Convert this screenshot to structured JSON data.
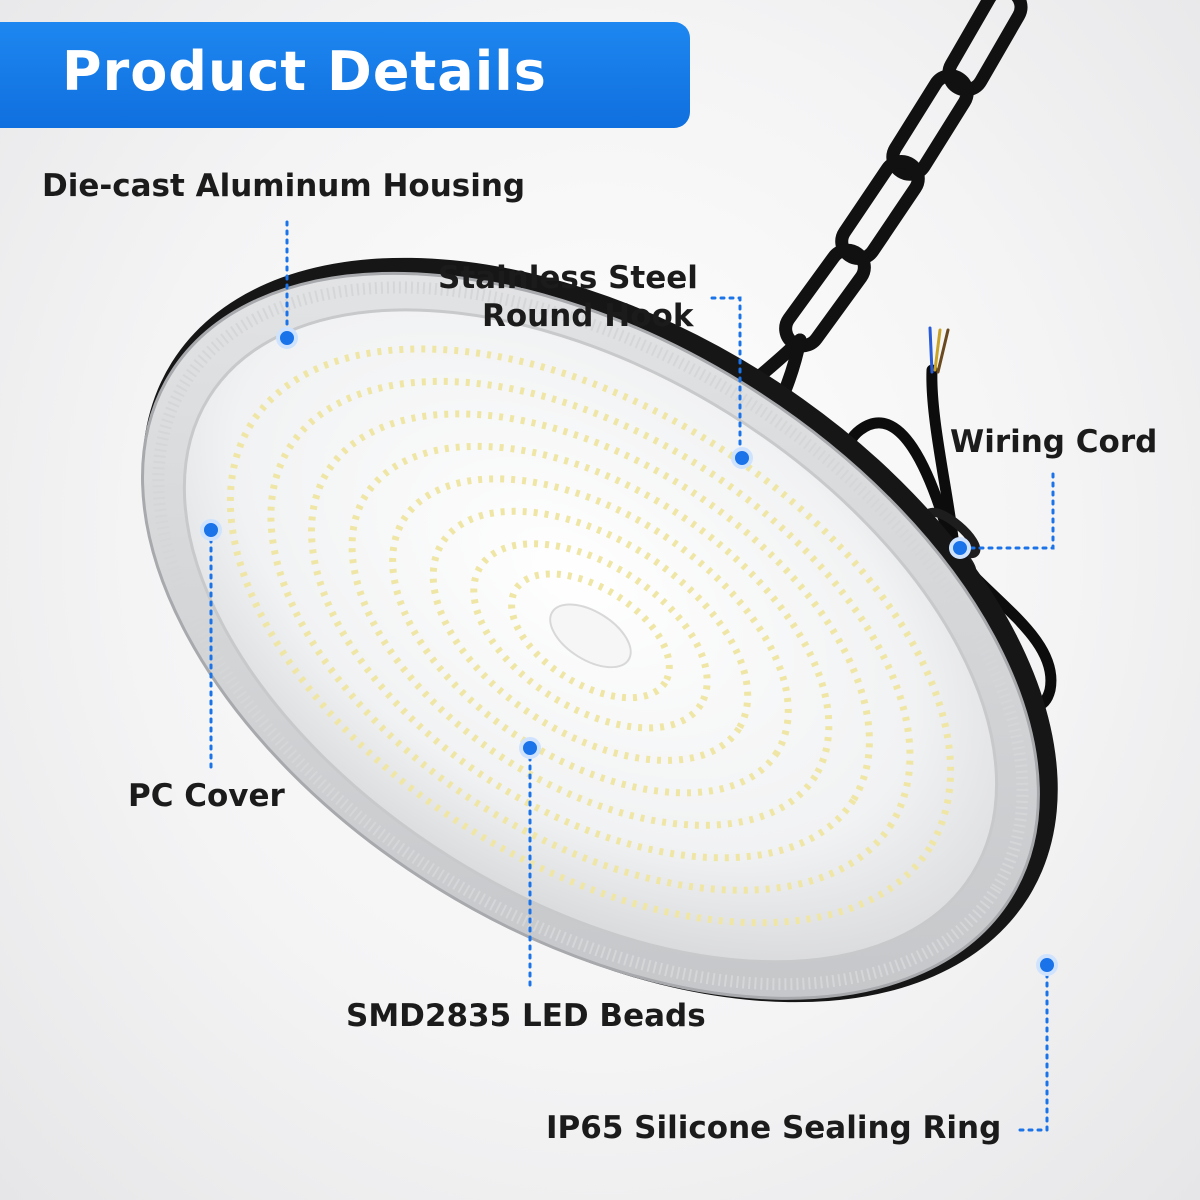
{
  "banner": {
    "title": "Product Details"
  },
  "callouts": {
    "housing": "Die-cast Aluminum Housing",
    "hook_line1": "Stainless Steel",
    "hook_line2": "Round Hook",
    "wiring": "Wiring Cord",
    "pc_cover": "PC Cover",
    "led_beads": "SMD2835 LED Beads",
    "sealing_ring": "IP65 Silicone Sealing Ring"
  },
  "colors": {
    "accent": "#1e87f0",
    "callout_dot": "#1a73e8",
    "text": "#1b1b1b",
    "housing": "#1a1a1a",
    "led": "#fff6c9"
  }
}
